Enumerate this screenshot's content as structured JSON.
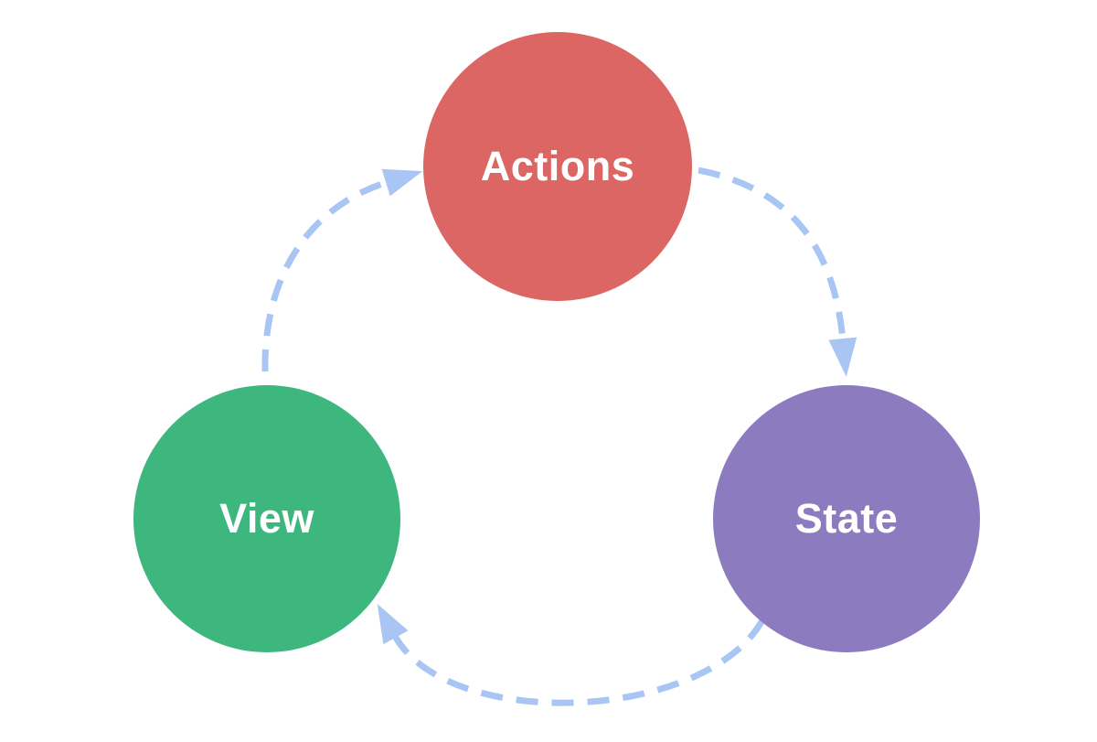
{
  "diagram": {
    "name": "one-way-data-flow-cycle",
    "colors": {
      "actions": "#db6663",
      "view": "#3eb77f",
      "state": "#8c7cbf",
      "arrow": "#a8c5f3",
      "background": "#ffffff",
      "label": "#ffffff"
    },
    "nodes": [
      {
        "id": "actions",
        "label": "Actions"
      },
      {
        "id": "view",
        "label": "View"
      },
      {
        "id": "state",
        "label": "State"
      }
    ],
    "edges": [
      {
        "from": "view",
        "to": "actions"
      },
      {
        "from": "actions",
        "to": "state"
      },
      {
        "from": "state",
        "to": "view"
      }
    ]
  }
}
